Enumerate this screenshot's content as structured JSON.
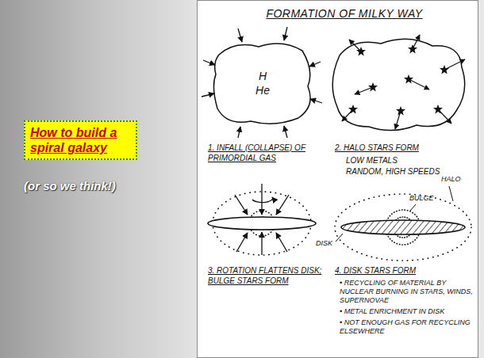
{
  "diagram": {
    "nodes": [
      {
        "text": [
          "How to build a spiral galaxy"
        ]
      },
      {
        "text": [
          "FORMATION OF MILKY WAY"
        ]
      },
      {
        "text": [
          "H",
          "He"
        ],
        "in": 1
      }
    ],
    "labels": [
      "(or so we think!)",
      "1. INFALL (COLLAPSE) OF PRIMORDIAL GAS",
      "2. HALO STARS FORM",
      "LOW METALS",
      "RANDOM, HIGH SPEEDS",
      "3. ROTATION FLATTENS DISK; BULGE STARS FORM",
      "HALO",
      "BULGE",
      "DISK",
      "4. DISK STARS FORM",
      "• RECYCLING OF MATERIAL BY NUCLEAR BURNING IN STARS, WINDS, SUPERNOVAE",
      "• METAL ENRICHMENT IN DISK",
      "• NOT ENOUGH GAS FOR RECYCLING ELSEWHERE"
    ]
  }
}
